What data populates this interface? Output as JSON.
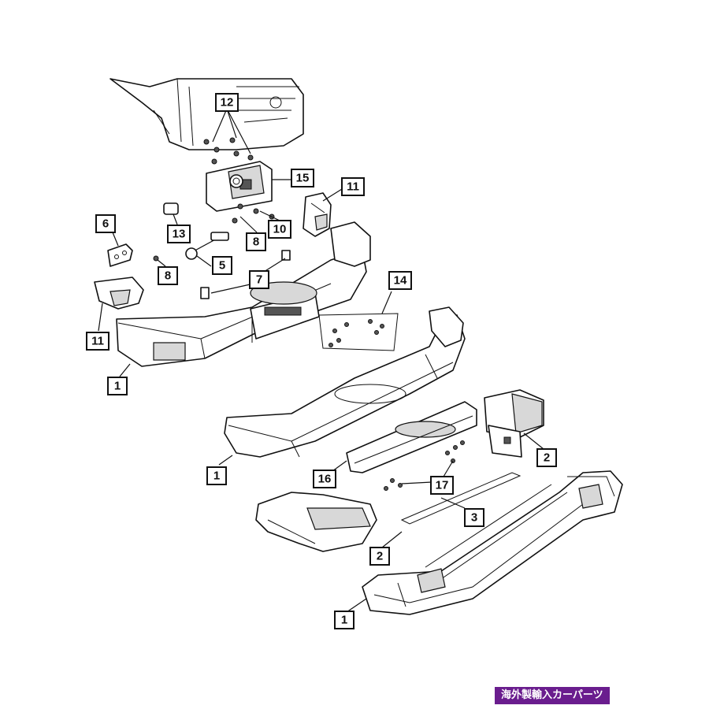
{
  "callouts": [
    {
      "id": "c12",
      "text": "12"
    },
    {
      "id": "c15",
      "text": "15"
    },
    {
      "id": "c11a",
      "text": "11"
    },
    {
      "id": "c6",
      "text": "6"
    },
    {
      "id": "c13",
      "text": "13"
    },
    {
      "id": "c10",
      "text": "10"
    },
    {
      "id": "c8a",
      "text": "8"
    },
    {
      "id": "c8b",
      "text": "8"
    },
    {
      "id": "c5",
      "text": "5"
    },
    {
      "id": "c7",
      "text": "7"
    },
    {
      "id": "c14",
      "text": "14"
    },
    {
      "id": "c11b",
      "text": "11"
    },
    {
      "id": "c1a",
      "text": "1"
    },
    {
      "id": "c1b",
      "text": "1"
    },
    {
      "id": "c2a",
      "text": "2"
    },
    {
      "id": "c16",
      "text": "16"
    },
    {
      "id": "c17",
      "text": "17"
    },
    {
      "id": "c3",
      "text": "3"
    },
    {
      "id": "c2b",
      "text": "2"
    },
    {
      "id": "c1c",
      "text": "1"
    }
  ],
  "watermark": "海外製輸入カーパーツ",
  "colors": {
    "line": "#111111",
    "watermark_bg": "#6a1d8e",
    "watermark_text": "#ffffff"
  }
}
